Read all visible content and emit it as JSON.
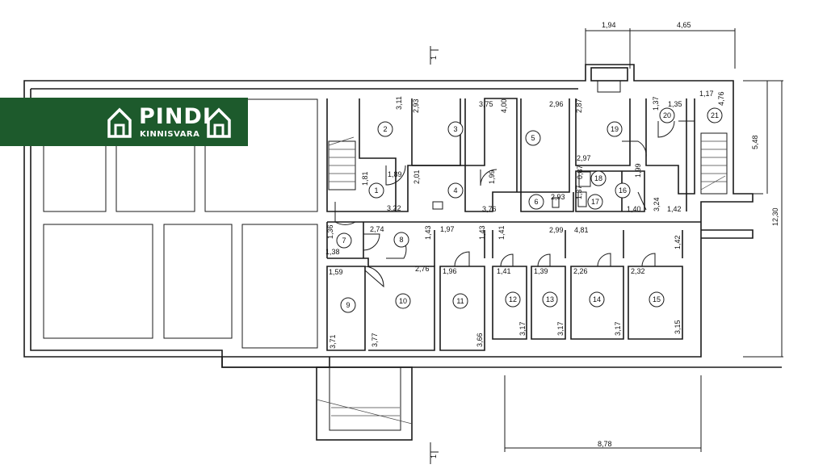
{
  "brand": {
    "name": "PINDI",
    "subtitle": "KINNISVARA",
    "color": "#1d5a2c",
    "logo_icon": "house-icon"
  },
  "section_marker": "1",
  "rooms": [
    "1",
    "2",
    "3",
    "4",
    "5",
    "6",
    "7",
    "8",
    "9",
    "10",
    "11",
    "12",
    "13",
    "14",
    "15",
    "16",
    "17",
    "18",
    "19",
    "20",
    "21"
  ],
  "dims": {
    "top_left": "1,94",
    "top_right": "4,65",
    "right_short": "5,48",
    "right_total": "12,30",
    "bottom": "8,78",
    "r2": "3,11",
    "r3a": "2,93",
    "r3b": "3,75",
    "r4top": "4,00",
    "r5": "2,96",
    "r19a": "2,87",
    "r20": "1,37",
    "r20b": "1,35",
    "r21a": "1,17",
    "r21b": "4,76",
    "r1a": "1,81",
    "r1b": "1,89",
    "r4a": "2,01",
    "r4b": "1,99",
    "r19b": "2,97",
    "r16": "1,99",
    "r18": "0,87",
    "r17": "1,37",
    "r6": "2,93",
    "c1": "3,22",
    "c2": "3,76",
    "c3": "1,40",
    "c4": "3,24",
    "c5": "1,42",
    "r7a": "1,36",
    "r7b": "1,38",
    "r8a": "2,74",
    "r8b": "1,43",
    "r11a": "1,97",
    "r11b": "1,43",
    "r12a": "1,41",
    "r13a": "2,99",
    "r14a": "4,81",
    "r15a": "1,42",
    "r9a": "1,59",
    "r10a": "2,76",
    "r11c": "1,96",
    "r12b": "1,41",
    "r13b": "1,39",
    "r14b": "2,26",
    "r15b": "2,32",
    "r9b": "3,71",
    "r10b": "3,77",
    "r11d": "3,66",
    "r12c": "3,17",
    "r13c": "3,17",
    "r14c": "3,17",
    "r15c": "3,15"
  }
}
